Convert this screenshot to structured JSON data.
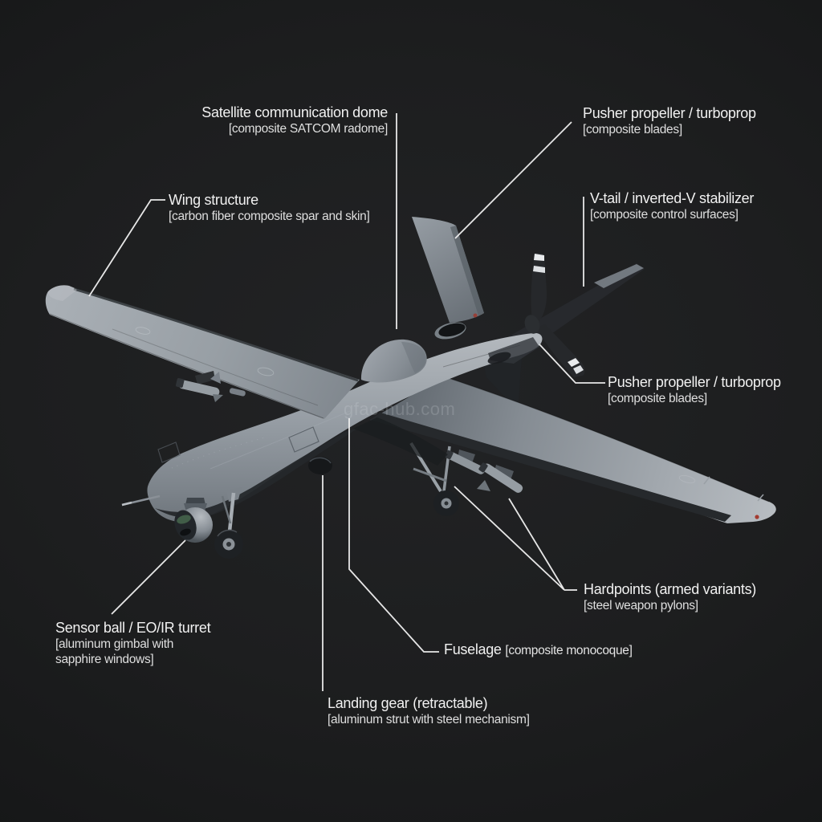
{
  "scene": {
    "watermark": "gfac-hub.com",
    "background_color": "#1d1e1f",
    "label_text_color": "#f1f1f1",
    "leader_line_color": "#f2f2f2",
    "airframe_color": "#9aa1a8",
    "dark_detail_color": "#26292c",
    "nav_light_color": "#a33b30"
  },
  "labels": [
    {
      "id": "satcom",
      "title": "Satellite communication dome",
      "spec": "[composite SATCOM radome]"
    },
    {
      "id": "prop-top",
      "title": "Pusher propeller / turboprop",
      "spec": "[composite blades]"
    },
    {
      "id": "wing",
      "title": "Wing structure",
      "spec": "[carbon fiber composite spar and skin]"
    },
    {
      "id": "vtail",
      "title": "V-tail / inverted-V stabilizer",
      "spec": "[composite control surfaces]"
    },
    {
      "id": "prop-rear",
      "title": "Pusher propeller / turboprop",
      "spec": "[composite blades]"
    },
    {
      "id": "hardpoints",
      "title": "Hardpoints (armed variants)",
      "spec": "[steel weapon pylons]"
    },
    {
      "id": "sensor",
      "title": "Sensor ball / EO/IR turret",
      "spec": "[aluminum gimbal with sapphire windows]"
    },
    {
      "id": "fuselage",
      "title": "Fuselage",
      "spec": "[composite monocoque]"
    },
    {
      "id": "gear",
      "title": "Landing gear (retractable)",
      "spec": "[aluminum strut with steel mechanism]"
    }
  ]
}
